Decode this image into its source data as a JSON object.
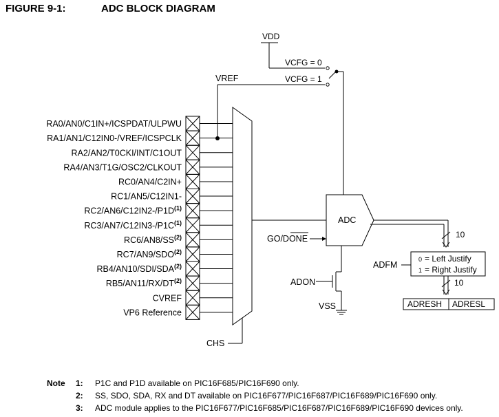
{
  "figure": {
    "label": "FIGURE 9-1:",
    "title": "ADC BLOCK DIAGRAM"
  },
  "inputs": [
    "RA0/AN0/C1IN+/ICSPDAT/ULPWU",
    "RA1/AN1/C12IN0-/VREF/ICSPCLK",
    "RA2/AN2/T0CKI/INT/C1OUT",
    "RA4/AN3/T1G/OSC2/CLKOUT",
    "RC0/AN4/C2IN+",
    "RC1/AN5/C12IN1-",
    "RC2/AN6/C12IN2-/P1D",
    "RC3/AN7/C12IN3-/P1C",
    "RC6/AN8/SS",
    "RC7/AN9/SDO",
    "RB4/AN10/SDI/SDA",
    "RB5/AN11/RX/DT",
    "CVREF",
    "VP6 Reference"
  ],
  "input_superscripts": [
    "",
    "",
    "",
    "",
    "",
    "",
    "(1)",
    "(1)",
    "(2)",
    "(2)",
    "(2)",
    "(2)",
    "",
    ""
  ],
  "labels": {
    "vdd": "VDD",
    "vref": "VREF",
    "vcfg0": "VCFG = 0",
    "vcfg1": "VCFG = 1",
    "adc": "ADC",
    "go_done": "GO/DONE",
    "adon": "ADON",
    "vss": "VSS",
    "chs": "CHS",
    "bus_width_1": "10",
    "bus_width_2": "10",
    "adfm": "ADFM",
    "left_justify_bit": "0",
    "left_justify": "= Left Justify",
    "right_justify_bit": "1",
    "right_justify": "= Right Justify",
    "adresh": "ADRESH",
    "adresl": "ADRESL"
  },
  "notes": {
    "heading": "Note",
    "items": [
      {
        "num": "1:",
        "text": "P1C and P1D available on PIC16F685/PIC16F690 only."
      },
      {
        "num": "2:",
        "text": "SS, SDO, SDA, RX and DT available on PIC16F677/PIC16F687/PIC16F689/PIC16F690 only."
      },
      {
        "num": "3:",
        "text": "ADC module applies to the PIC16F677/PIC16F685/PIC16F687/PIC16F689/PIC16F690 devices only."
      }
    ]
  }
}
